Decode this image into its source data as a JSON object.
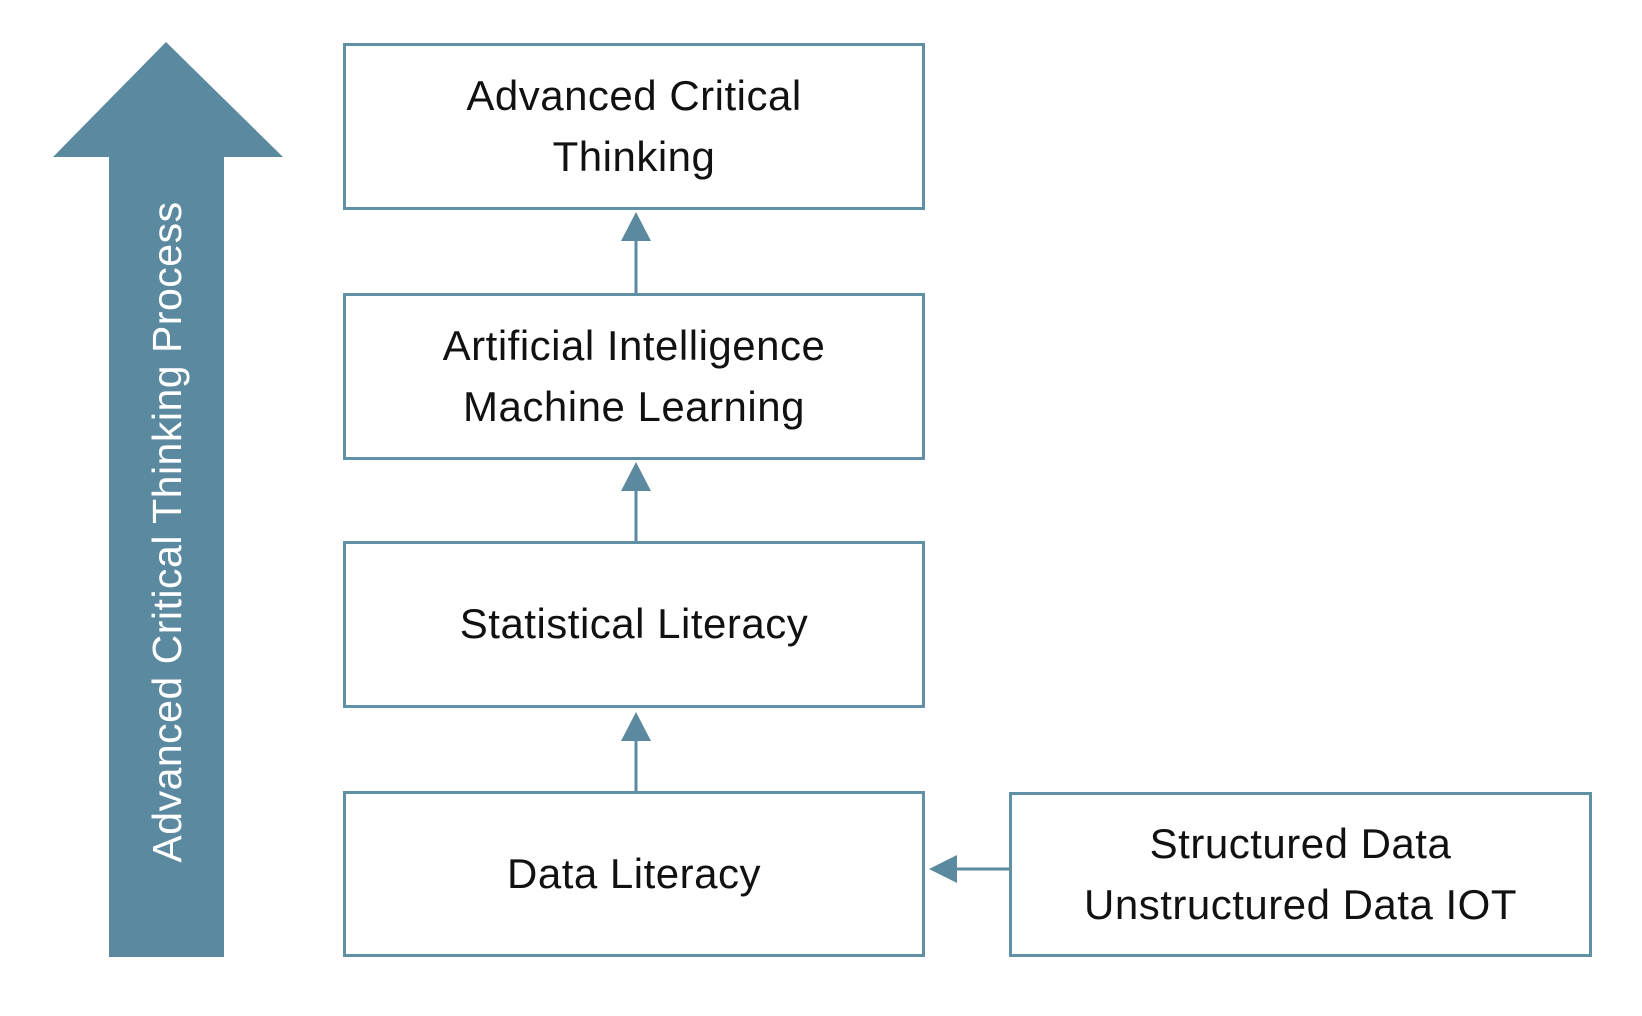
{
  "colors": {
    "accent": "#5b8aa0",
    "box_border": "#6090a5",
    "box_background": "#ffffff",
    "text": "#111111",
    "arrow_label_text": "#ffffff",
    "page_background": "#ffffff"
  },
  "process_arrow": {
    "icon": "big-up-arrow-icon",
    "label": "Advanced Critical Thinking Process"
  },
  "boxes": [
    {
      "id": "advanced-critical-thinking",
      "lines": [
        "Advanced Critical",
        "Thinking"
      ]
    },
    {
      "id": "artificial-intelligence-machine-learning",
      "lines": [
        "Artificial Intelligence",
        "Machine Learning"
      ]
    },
    {
      "id": "statistical-literacy",
      "lines": [
        "Statistical Literacy"
      ]
    },
    {
      "id": "data-literacy",
      "lines": [
        "Data Literacy"
      ]
    },
    {
      "id": "structured-unstructured-data-iot",
      "lines": [
        "Structured Data",
        "Unstructured Data IOT"
      ]
    }
  ],
  "connectors": [
    {
      "from": "data-literacy",
      "to": "statistical-literacy",
      "direction": "up",
      "icon": "up-arrow-icon"
    },
    {
      "from": "statistical-literacy",
      "to": "artificial-intelligence-machine-learning",
      "direction": "up",
      "icon": "up-arrow-icon"
    },
    {
      "from": "artificial-intelligence-machine-learning",
      "to": "advanced-critical-thinking",
      "direction": "up",
      "icon": "up-arrow-icon"
    },
    {
      "from": "structured-unstructured-data-iot",
      "to": "data-literacy",
      "direction": "left",
      "icon": "left-arrow-icon"
    }
  ]
}
